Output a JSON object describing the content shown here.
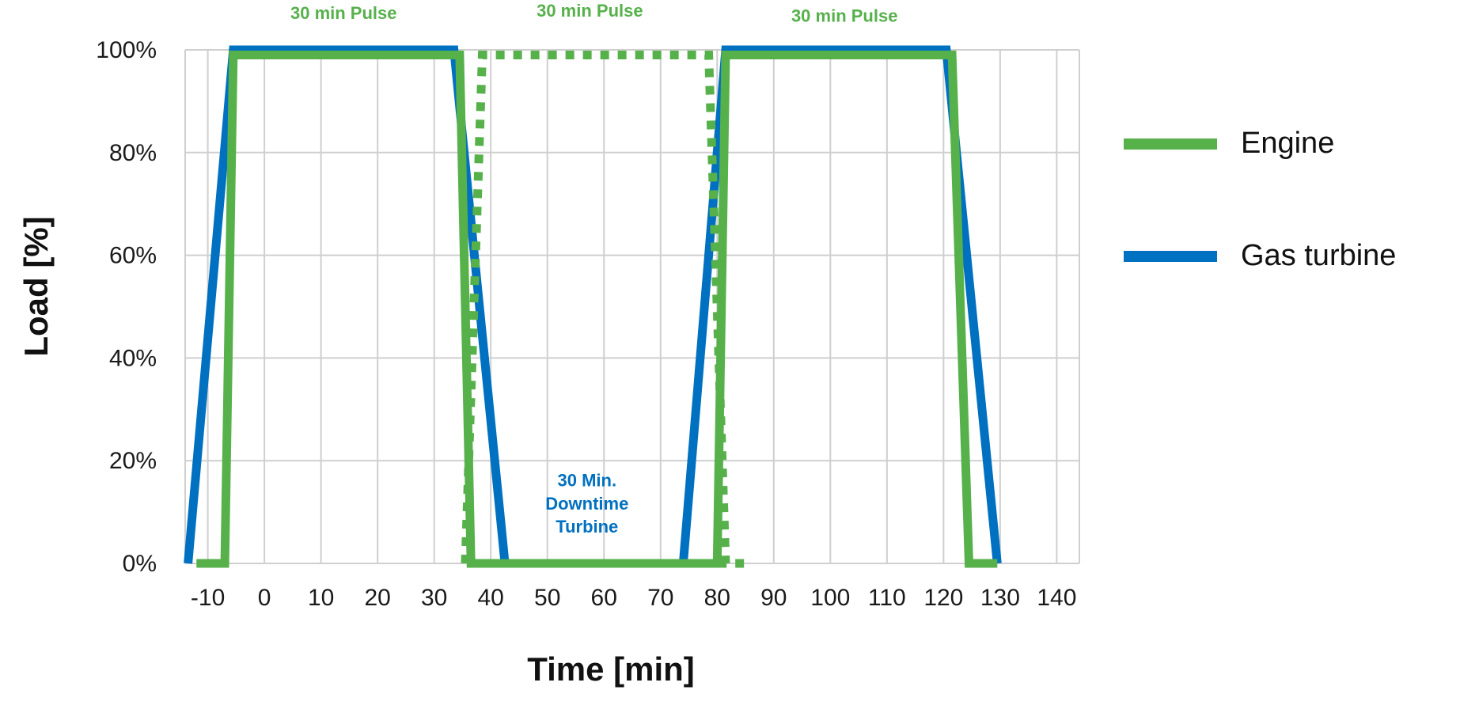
{
  "chart_data": {
    "type": "line",
    "xlabel": "Time [min]",
    "ylabel": "Load [%]",
    "xlim": [
      -14,
      144
    ],
    "ylim": [
      0,
      100
    ],
    "x_ticks": [
      "-10",
      "0",
      "10",
      "20",
      "30",
      "40",
      "50",
      "60",
      "70",
      "80",
      "90",
      "100",
      "110",
      "120",
      "130",
      "140"
    ],
    "x_tick_values": [
      -10,
      0,
      10,
      20,
      30,
      40,
      50,
      60,
      70,
      80,
      90,
      100,
      110,
      120,
      130,
      140
    ],
    "y_ticks": [
      "0%",
      "20%",
      "40%",
      "60%",
      "80%",
      "100%"
    ],
    "y_tick_values": [
      0,
      20,
      40,
      60,
      80,
      100
    ],
    "grid": true,
    "legend_position": "right",
    "series": [
      {
        "name": "Gas turbine",
        "color": "#0070c0",
        "dash": "solid",
        "points": [
          [
            -13.5,
            0
          ],
          [
            -5.5,
            100
          ],
          [
            33.5,
            100
          ],
          [
            42.5,
            0
          ],
          [
            74,
            0
          ],
          [
            81.5,
            100
          ],
          [
            120.5,
            100
          ],
          [
            129.5,
            0
          ]
        ]
      },
      {
        "name": "Engine",
        "color": "#56b14b",
        "dash": "solid",
        "points": [
          [
            -12,
            0
          ],
          [
            -7,
            0
          ],
          [
            -5.5,
            99
          ],
          [
            34.5,
            99
          ],
          [
            36.5,
            0
          ],
          [
            41.5,
            0
          ],
          [
            75,
            0
          ],
          [
            80,
            0
          ],
          [
            81.5,
            99
          ],
          [
            121.5,
            99
          ],
          [
            124.5,
            0
          ],
          [
            129.5,
            0
          ]
        ]
      },
      {
        "name": "",
        "color": "#56b14b",
        "dash": "dotted",
        "points": [
          [
            35.5,
            0
          ],
          [
            38.5,
            99
          ],
          [
            78.5,
            99
          ],
          [
            81.5,
            0
          ],
          [
            85.5,
            0
          ]
        ]
      }
    ],
    "annotations": [
      {
        "text": "30 min Pulse",
        "x": 14,
        "y": 106,
        "color": "#56b14b"
      },
      {
        "text": "30 min Pulse",
        "x": 57.5,
        "y": 106.5,
        "color": "#56b14b"
      },
      {
        "text": "30 min Pulse",
        "x": 102.5,
        "y": 105.5,
        "color": "#56b14b"
      },
      {
        "text": "30 Min.",
        "x": 57,
        "y": 15,
        "color": "#0070c0"
      },
      {
        "text": "Downtime",
        "x": 57,
        "y": 10.5,
        "color": "#0070c0"
      },
      {
        "text": "Turbine",
        "x": 57,
        "y": 6,
        "color": "#0070c0"
      }
    ]
  },
  "legend": {
    "items": [
      {
        "label": "Engine",
        "color": "#56b14b"
      },
      {
        "label": "Gas turbine",
        "color": "#0070c0"
      }
    ]
  }
}
